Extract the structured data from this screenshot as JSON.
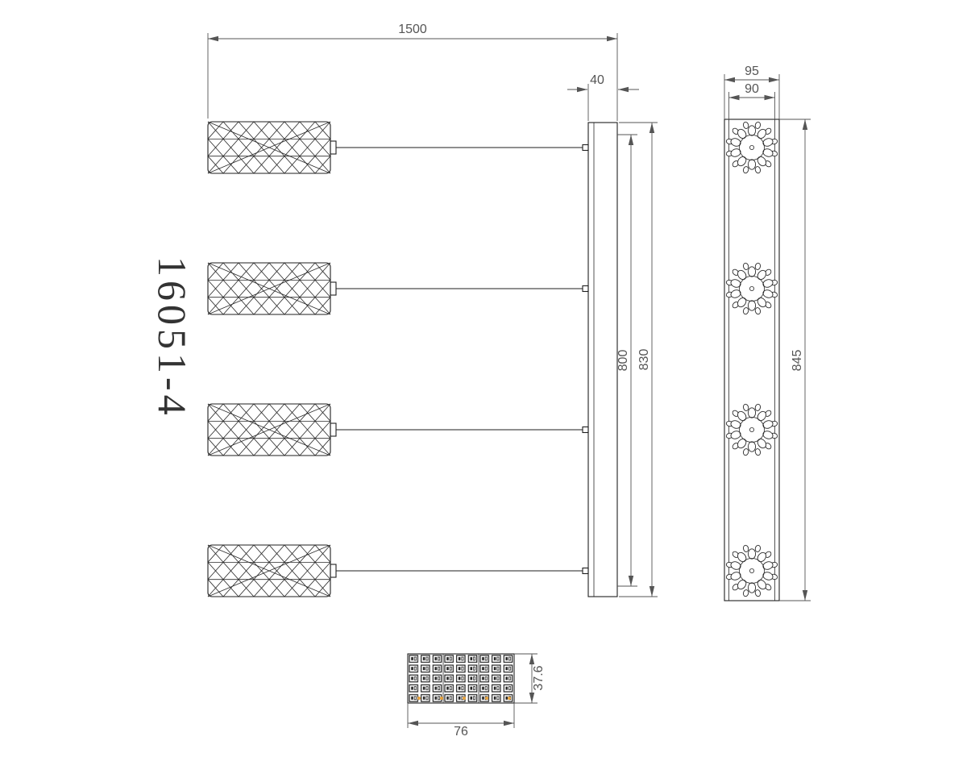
{
  "drawing": {
    "model_number": "16051-4",
    "dimensions": {
      "overall_width": "1500",
      "bar_depth": "40",
      "suspension_span": "800",
      "bar_length": "830",
      "plate_outer_width": "95",
      "plate_inner_width": "90",
      "plate_length": "845",
      "led_board_height": "37.6",
      "led_board_width": "76"
    }
  }
}
